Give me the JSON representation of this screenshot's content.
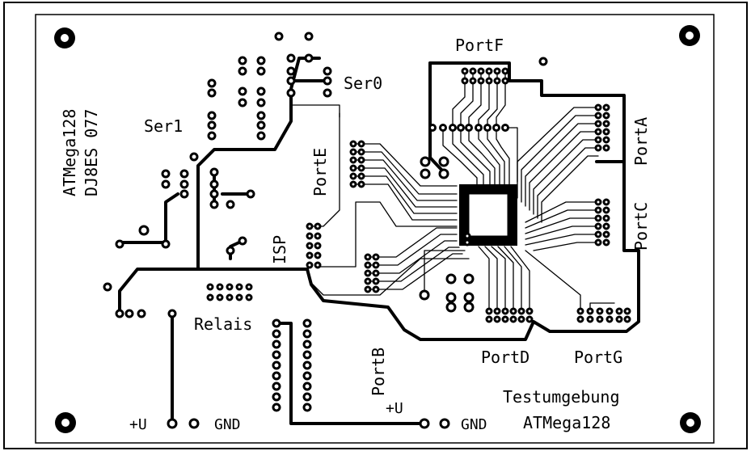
{
  "board": {
    "labels": {
      "portf": "PortF",
      "ser0": "Ser0",
      "ser1": "Ser1",
      "porte": "PortE",
      "porta": "PortA",
      "portc": "PortC",
      "isp": "ISP",
      "relais": "Relais",
      "portb": "PortB",
      "portd": "PortD",
      "portg": "PortG",
      "testumgebung": "Testumgebung",
      "atmega_bottom": "ATMega128",
      "plus_u_left": "+U",
      "gnd_left": "GND",
      "plus_u_right": "+U",
      "gnd_right": "GND",
      "side_title_1": "ATMega128",
      "side_title_2": "DJ8ES 077"
    },
    "colors": {
      "ink": "#000000",
      "paper": "#ffffff"
    }
  }
}
